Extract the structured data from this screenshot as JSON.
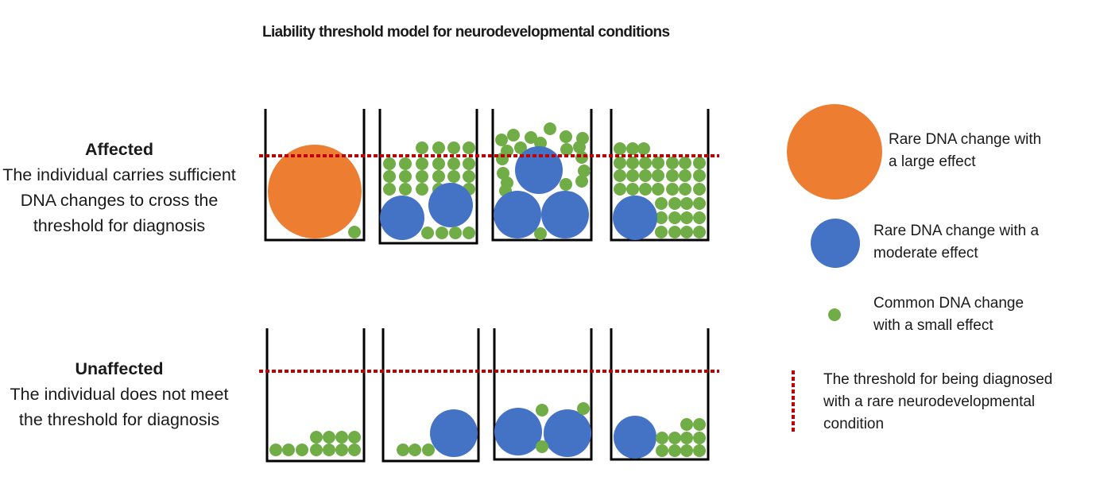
{
  "title": "Liability threshold model for neurodevelopmental conditions",
  "groups": {
    "affected": {
      "heading": "Affected",
      "description": "The individual carries sufficient DNA changes to cross the threshold for diagnosis"
    },
    "unaffected": {
      "heading": "Unaffected",
      "description": "The individual does not meet the threshold for diagnosis"
    }
  },
  "legend": {
    "large": "Rare DNA change with\na large effect",
    "moderate": "Rare DNA change with a\nmoderate effect",
    "small": "Common DNA change\nwith a small effect",
    "threshold": "The threshold for being diagnosed\nwith a rare neurodevelopmental\ncondition"
  },
  "colors": {
    "large_effect": "#ED7D31",
    "moderate_effect": "#4472C4",
    "small_effect": "#70AD47",
    "threshold": "#C00000",
    "container": "#000000"
  }
}
